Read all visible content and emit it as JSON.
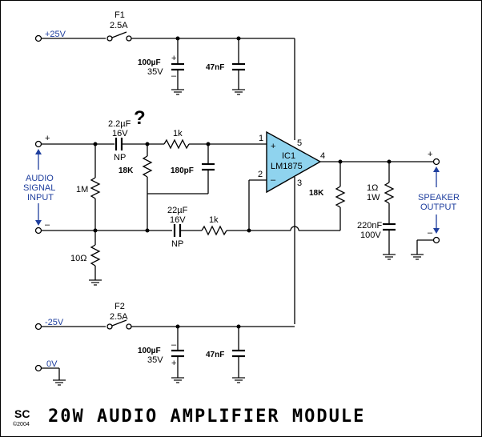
{
  "title": "20W AUDIO AMPLIFIER MODULE",
  "logo": {
    "mark": "SC",
    "year": "©2004"
  },
  "supplies": {
    "pos": "+25V",
    "neg": "-25V",
    "gnd": "0V"
  },
  "fuses": [
    {
      "ref": "F1",
      "rating": "2.5A"
    },
    {
      "ref": "F2",
      "rating": "2.5A"
    }
  ],
  "caps": {
    "c_pos_bulk": {
      "value": "100µF",
      "voltage": "35V"
    },
    "c_pos_dec": {
      "value": "47nF"
    },
    "c_neg_bulk": {
      "value": "100µF",
      "voltage": "35V"
    },
    "c_neg_dec": {
      "value": "47nF"
    },
    "c_in": {
      "value": "2.2µF",
      "voltage": "16V",
      "type": "NP"
    },
    "c_comp": {
      "value": "180pF"
    },
    "c_fb": {
      "value": "22µF",
      "voltage": "16V",
      "type": "NP"
    },
    "c_zobel": {
      "value": "220nF",
      "voltage": "100V"
    }
  },
  "resistors": {
    "r_in": "1k",
    "r_bias": "18K",
    "r_load_in": "1M",
    "r_gnd": "10Ω",
    "r_fb_gnd": "1k",
    "r_fb": "18K",
    "r_zobel": {
      "value": "1Ω",
      "power": "1W"
    }
  },
  "ic": {
    "ref": "IC1",
    "part": "LM1875",
    "pins": [
      "1",
      "2",
      "3",
      "4",
      "5"
    ]
  },
  "input_label": [
    "AUDIO",
    "SIGNAL",
    "INPUT"
  ],
  "output_label": [
    "SPEAKER",
    "OUTPUT"
  ],
  "polarity": {
    "plus": "+",
    "minus": "–"
  },
  "annotation": "?",
  "colors": {
    "ic_fill": "#8fd3ee",
    "label_blue": "#1f3f9e"
  }
}
